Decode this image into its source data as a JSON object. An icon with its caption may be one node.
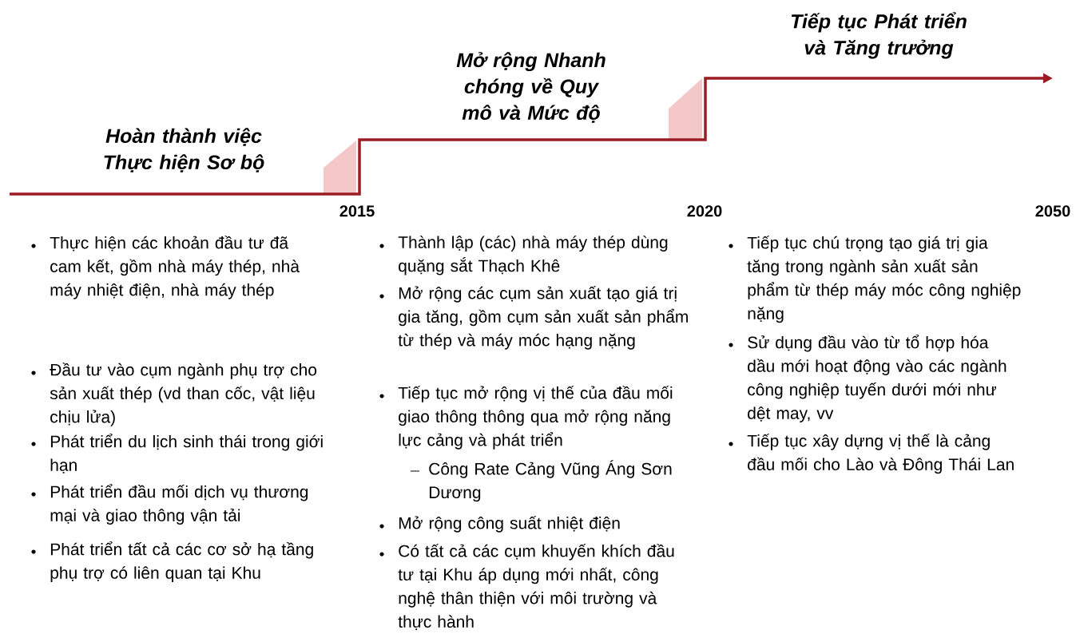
{
  "diagram": {
    "labels": [
      "Hoàn thành việc Thực hiện Sơ bộ",
      "Mở rộng Nhanh chóng về Quy mô và Mức độ",
      "Tiếp tục Phát triển và Tăng trưởng",
      "2015",
      "2020",
      "2050",
      "Thực hiện các khoản đầu tư đã cam kết, gồm nhà máy thép, nhà máy nhiệt điện, nhà máy thép",
      "Đầu tư vào cụm ngành phụ trợ cho sản xuất thép (vd than cốc, vật liệu chịu lửa)",
      "Phát triển du lịch sinh thái trong giới hạn",
      "Phát triển đầu mối dịch vụ thương mại và giao thông vận tải",
      "Phát triển tất cả các cơ sở hạ tầng phụ trợ có liên quan tại Khu",
      "Thành lập (các) nhà máy thép dùng quặng sắt Thạch Khê",
      "Mở rộng các cụm sản xuất tạo giá trị gia tăng, gồm cụm sản xuất sản phẩm từ thép và máy móc hạng nặng",
      "Tiếp tục mở rộng vị thế của đầu mối giao thông thông qua mở rộng năng lực cảng và phát triển",
      "Công Rate Cảng Vũng Áng Sơn Dương",
      "Mở rộng công suất nhiệt điện",
      "Có tất cả các cụm khuyến khích đầu tư tại Khu áp dụng mới nhất, công nghệ thân thiện với môi trường và thực hành",
      "Tiếp tục chú trọng tạo giá trị gia tăng trong ngành sản xuất sản phẩm từ thép máy móc công nghiệp nặng",
      "Sử dụng đầu vào từ tổ hợp hóa dầu mới hoạt động vào các ngành công nghiệp tuyến dưới mới như dệt may, vv",
      "Tiếp tục xây dựng vị thế là cảng đầu mối cho Lào và Đông Thái Lan"
    ]
  }
}
